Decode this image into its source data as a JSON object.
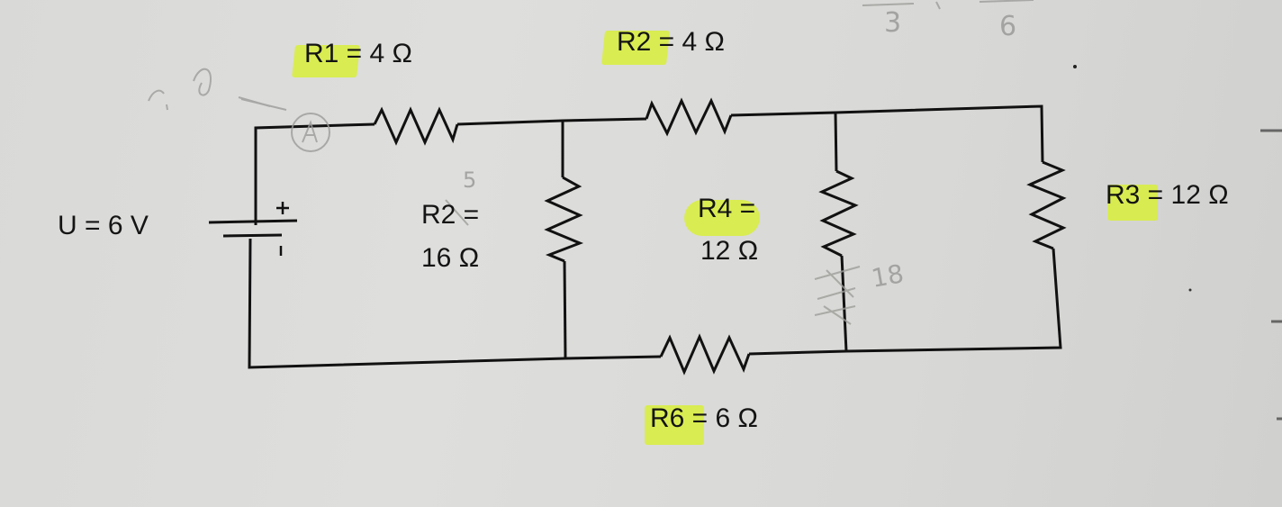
{
  "diagram": {
    "type": "electrical-circuit",
    "source": {
      "label": "U = 6 V",
      "name": "U",
      "value": 6,
      "unit": "V",
      "plus_symbol": "+",
      "minus_symbol": "I"
    },
    "resistors": [
      {
        "id": "R1",
        "label": "R1 = 4 Ω",
        "value": 4,
        "unit": "Ω",
        "position": "top-left series",
        "highlighted": true
      },
      {
        "id": "R2",
        "label": "R2 = 4 Ω",
        "value": 4,
        "unit": "Ω",
        "position": "top-middle series",
        "highlighted": true
      },
      {
        "id": "R2b",
        "label_line1": "R2 =",
        "label_line2": "16 Ω",
        "value": 16,
        "unit": "Ω",
        "position": "first vertical branch",
        "highlighted": false
      },
      {
        "id": "R4",
        "label_line1": "R4 =",
        "label_line2": "12 Ω",
        "value": 12,
        "unit": "Ω",
        "position": "second vertical branch",
        "highlighted": true
      },
      {
        "id": "R3",
        "label": "R3 = 12 Ω",
        "value": 12,
        "unit": "Ω",
        "position": "right vertical branch",
        "highlighted": true
      },
      {
        "id": "R6",
        "label": "R6 = 6 Ω",
        "value": 6,
        "unit": "Ω",
        "position": "bottom-middle series",
        "highlighted": true
      }
    ],
    "handwritten_annotations": {
      "top_fraction_left": "3",
      "top_fraction_right": "6",
      "near_r2b": "5",
      "near_r4": "18",
      "ammeter_symbol": "A",
      "left_scribble": "r, 15"
    },
    "colors": {
      "highlight": "#d8ee3a",
      "wire": "#111111",
      "paper": "#dcdcda",
      "pencil": "#9a9a98"
    }
  }
}
